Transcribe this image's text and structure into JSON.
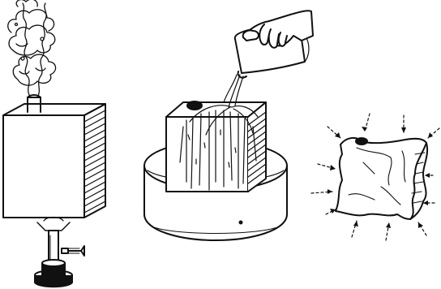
{
  "diagram": {
    "panels": [
      {
        "id": "heating",
        "depicts": "can-on-burner"
      },
      {
        "id": "cooling",
        "depicts": "pouring-water-on-can"
      },
      {
        "id": "crushed",
        "depicts": "crushed-can-with-pressure-arrows"
      }
    ],
    "colors": {
      "ink": "#111111",
      "paper": "#ffffff"
    },
    "icons": [
      "steam-icon",
      "burner-icon",
      "hand-icon",
      "beaker-icon",
      "water-stream-icon",
      "arrow-icon"
    ]
  }
}
